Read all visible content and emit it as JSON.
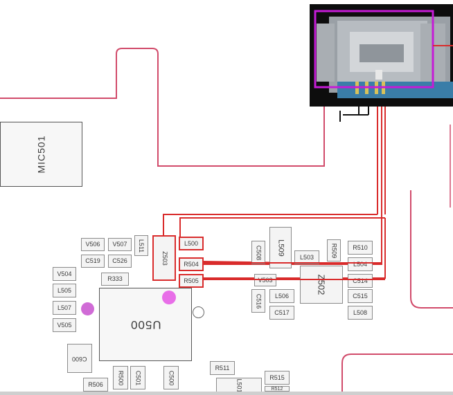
{
  "colors": {
    "trace": "#d92b2b",
    "pcb_outline": "#d14a6a",
    "highlight_box": "#c51bd6",
    "pin_marker": "#e86ee8",
    "ground": "#111111"
  },
  "ic_labels": {
    "mic501": "MIC501",
    "u500": "U500"
  },
  "components": {
    "v506": "V506",
    "v507": "V507",
    "l511": "L511",
    "z503": "Z503",
    "l500": "L500",
    "c519": "C519",
    "c526": "C526",
    "r504": "R504",
    "r505": "R505",
    "r333": "R333",
    "v504": "V504",
    "l505": "L505",
    "l507": "L507",
    "v505": "V505",
    "c600": "C600",
    "r506": "R506",
    "r500": "R500",
    "c501": "C501",
    "c500": "C500",
    "r511": "R511",
    "r515": "R515",
    "r512": "R512",
    "c508": "C508",
    "l509": "L509",
    "l503": "L503",
    "r509": "R509",
    "r510": "R510",
    "l504": "L504",
    "v503": "V503",
    "c516": "C516",
    "l506": "L506",
    "z502": "Z502",
    "c514": "C514",
    "c515": "C515",
    "l508": "L508",
    "c517": "C517",
    "l501": "L501"
  }
}
